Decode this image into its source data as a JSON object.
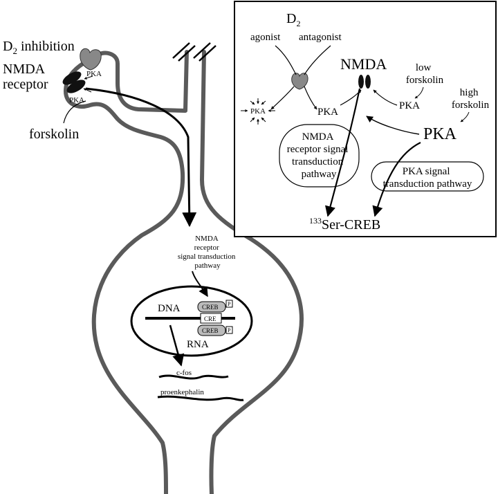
{
  "main": {
    "d2_inhibition_prefix": "D",
    "d2_inhibition_sub": "2",
    "d2_inhibition_suffix": " inhibition",
    "nmda_line1": "NMDA",
    "nmda_line2": "receptor",
    "pka_top": "PKA",
    "pka_bottom": "PKA",
    "forskolin": "forskolin",
    "pathway_lines": [
      "NMDA",
      "receptor",
      "signal transduction",
      "pathway"
    ],
    "dna": "DNA",
    "rna": "RNA",
    "creb_top": "CREB",
    "creb_bottom": "CREB",
    "cre": "CRE",
    "phospho_top": "P",
    "phospho_bottom": "P",
    "cfos": "c-fos",
    "proenkephalin": "proenkephalin"
  },
  "inset": {
    "d2_prefix": "D",
    "d2_sub": "2",
    "agonist": "agonist",
    "antagonist": "antagonist",
    "nmda": "NMDA",
    "low_forskolin_lines": [
      "low",
      "forskolin"
    ],
    "high_forskolin_lines": [
      "high",
      "forskolin"
    ],
    "pka_inhibited": "PKA",
    "pka_mid": "PKA",
    "pka_low": "PKA",
    "pka_high": "PKA",
    "nmda_pathway_lines": [
      "NMDA",
      "receptor signal",
      "transduction",
      "pathway"
    ],
    "pka_pathway_lines": [
      "PKA signal",
      "transduction pathway"
    ],
    "creb_sup": "133",
    "creb_label": "Ser-CREB"
  },
  "colors": {
    "membrane": "#5a5a5a",
    "receptor": "#888888",
    "ink": "#000000"
  }
}
